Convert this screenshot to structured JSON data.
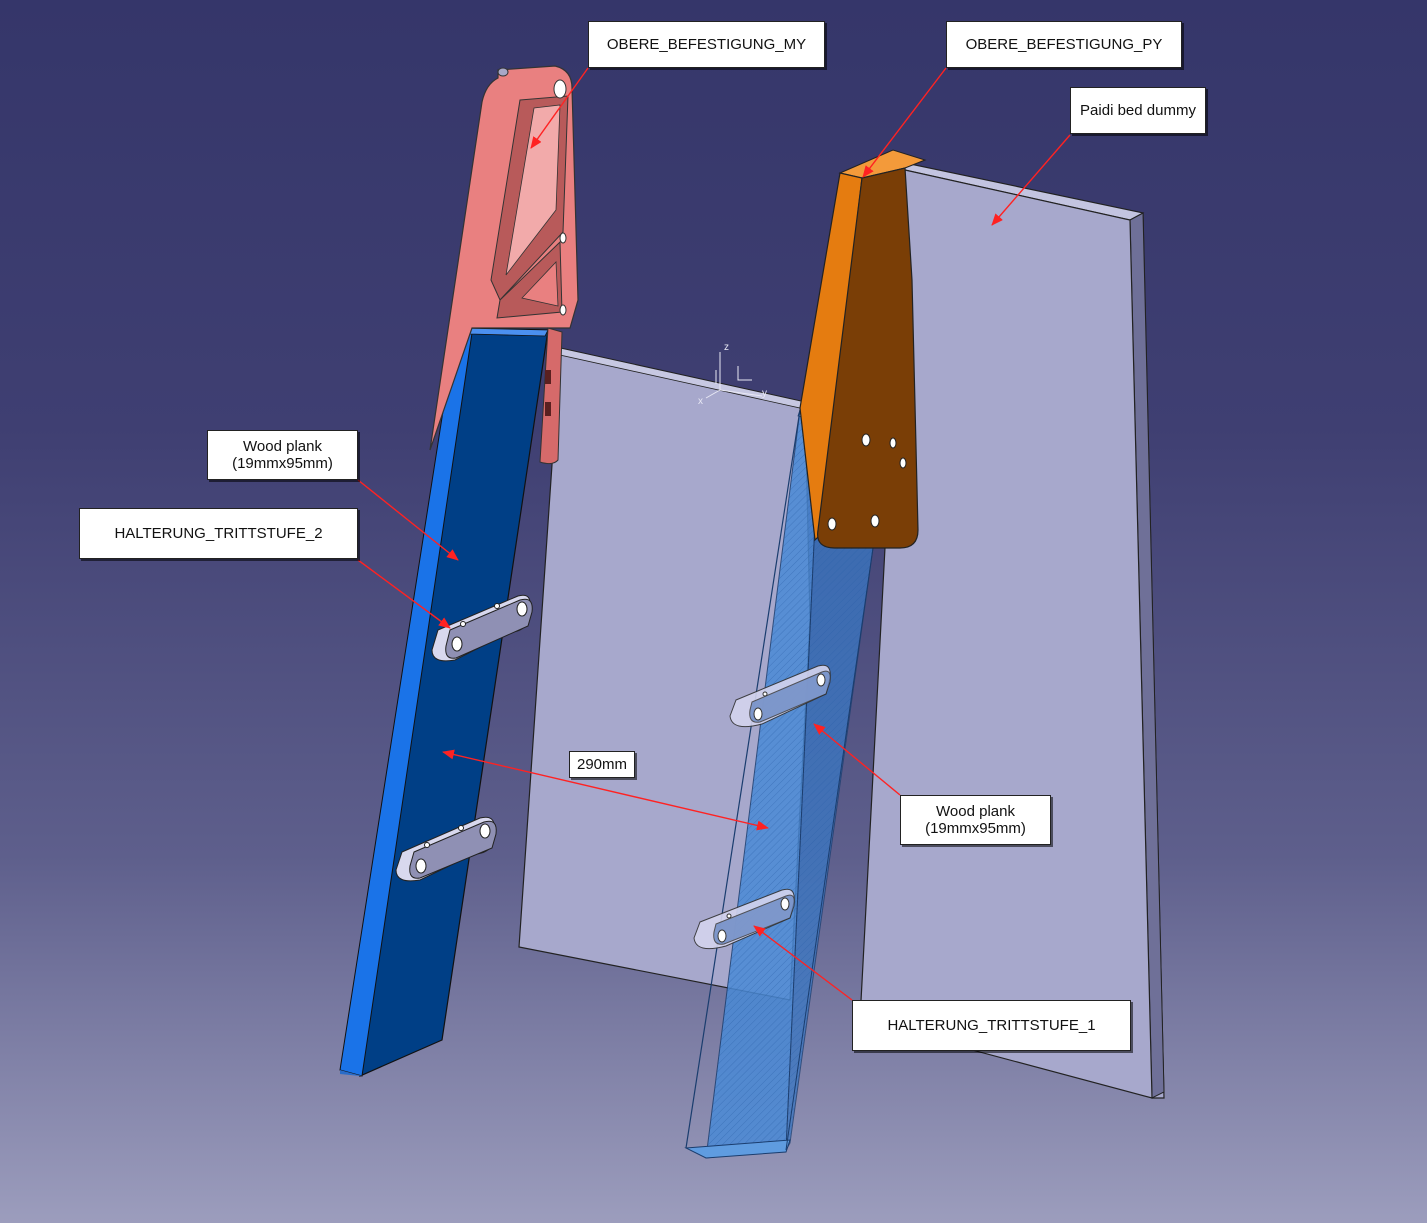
{
  "colors": {
    "background_top": "#35366a",
    "background_bottom": "#9c9dbd",
    "panel": "#a7a8cc",
    "plank_front": "#003f86",
    "plank_edge": "#1a73e8",
    "plank_transparent": "#3d86d6",
    "bracket_my": "#e98080",
    "bracket_py": "#e57c10",
    "leader_arrow": "#ff2222"
  },
  "labels": {
    "obere_my": "OBERE_BEFESTIGUNG_MY",
    "obere_py": "OBERE_BEFESTIGUNG_PY",
    "paidi": "Paidi bed dummy",
    "wood_left_line1": "Wood plank",
    "wood_left_line2": "(19mmx95mm)",
    "halterung_2": "HALTERUNG_TRITTSTUFE_2",
    "dim_290": "290mm",
    "wood_right_line1": "Wood plank",
    "wood_right_line2": "(19mmx95mm)",
    "halterung_1": "HALTERUNG_TRITTSTUFE_1"
  },
  "axis_triad": {
    "z": "z",
    "y": "y",
    "x": "x"
  }
}
